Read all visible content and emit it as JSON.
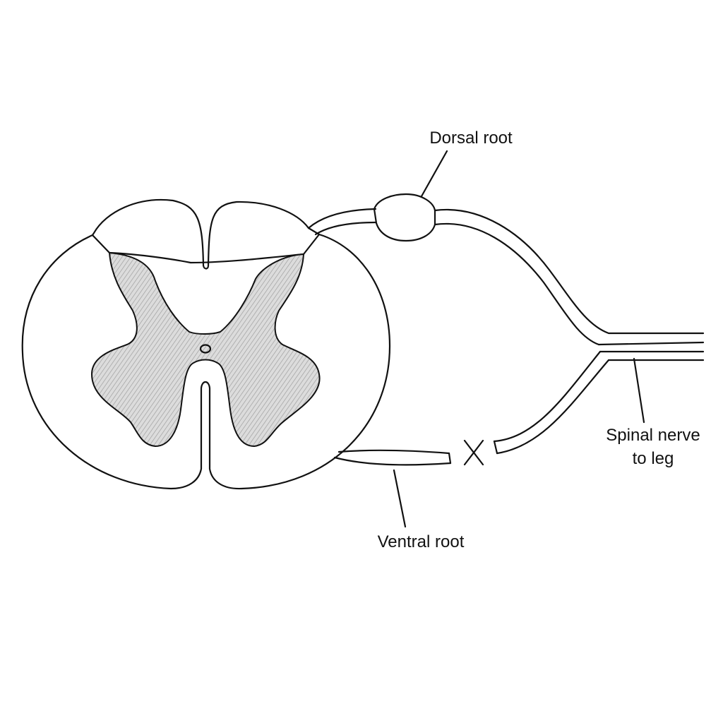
{
  "labels": {
    "dorsal_root": "Dorsal root",
    "spinal_nerve_line1": "Spinal nerve",
    "spinal_nerve_line2": "to leg",
    "ventral_root": "Ventral root"
  },
  "colors": {
    "line": "#111111",
    "grey_matter_fill": "#d4d4d4",
    "background": "#ffffff"
  },
  "icons": {
    "cut_mark": "x-mark-icon"
  }
}
